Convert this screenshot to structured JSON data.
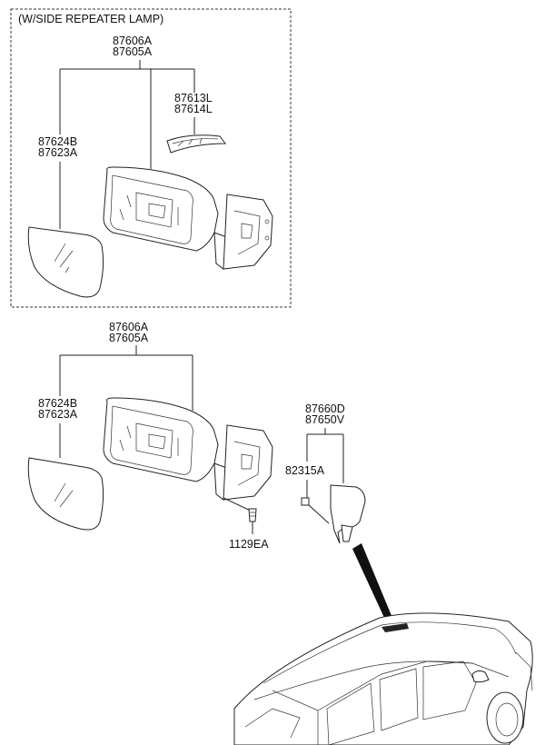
{
  "box_title": "(W/SIDE REPEATER LAMP)",
  "upper_group": {
    "mirror_assy_1": "87606A",
    "mirror_assy_2": "87605A",
    "lamp_1": "87613L",
    "lamp_2": "87614L",
    "glass_1": "87624B",
    "glass_2": "87623A"
  },
  "lower_group": {
    "mirror_assy_1": "87606A",
    "mirror_assy_2": "87605A",
    "glass_1": "87624B",
    "glass_2": "87623A",
    "screw": "1129EA",
    "cover_1": "87660D",
    "cover_2": "87650V",
    "clip": "82315A"
  }
}
